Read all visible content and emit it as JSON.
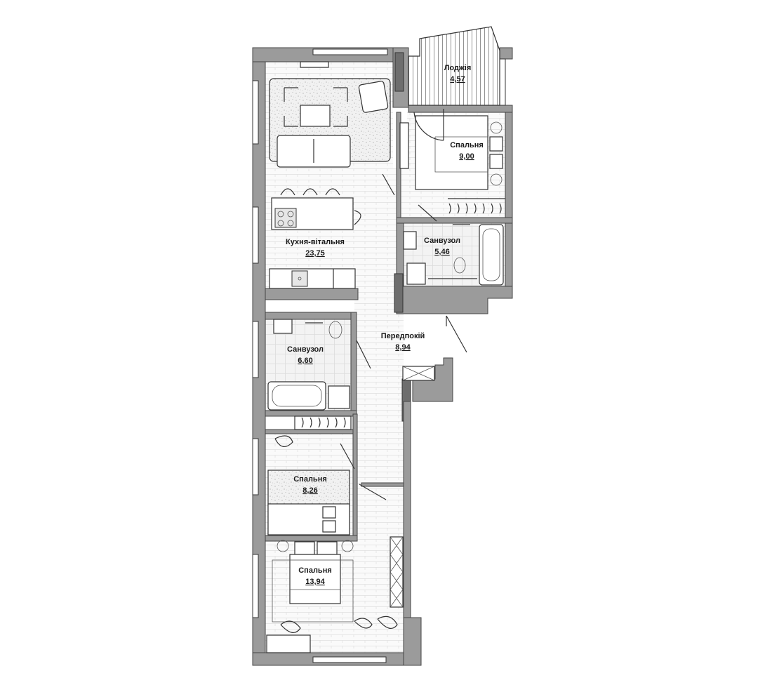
{
  "rooms": {
    "loggia": {
      "name": "Лоджія",
      "area": "4,57"
    },
    "bedroom_top": {
      "name": "Спальня",
      "area": "9,00"
    },
    "bathroom_top": {
      "name": "Санвузол",
      "area": "5,46"
    },
    "kitchen_living": {
      "name": "Кухня-вітальня",
      "area": "23,75"
    },
    "hallway": {
      "name": "Передпокій",
      "area": "8,94"
    },
    "bathroom_mid": {
      "name": "Санвузол",
      "area": "6,60"
    },
    "bedroom_mid": {
      "name": "Спальня",
      "area": "8,26"
    },
    "bedroom_bottom": {
      "name": "Спальня",
      "area": "13,94"
    }
  },
  "colors": {
    "wall": "#9b9b9b",
    "wall_dark": "#6e6e6e",
    "floor_tile": "#f4f4f4",
    "carpet": "#f0f0f0",
    "line": "#333333"
  }
}
